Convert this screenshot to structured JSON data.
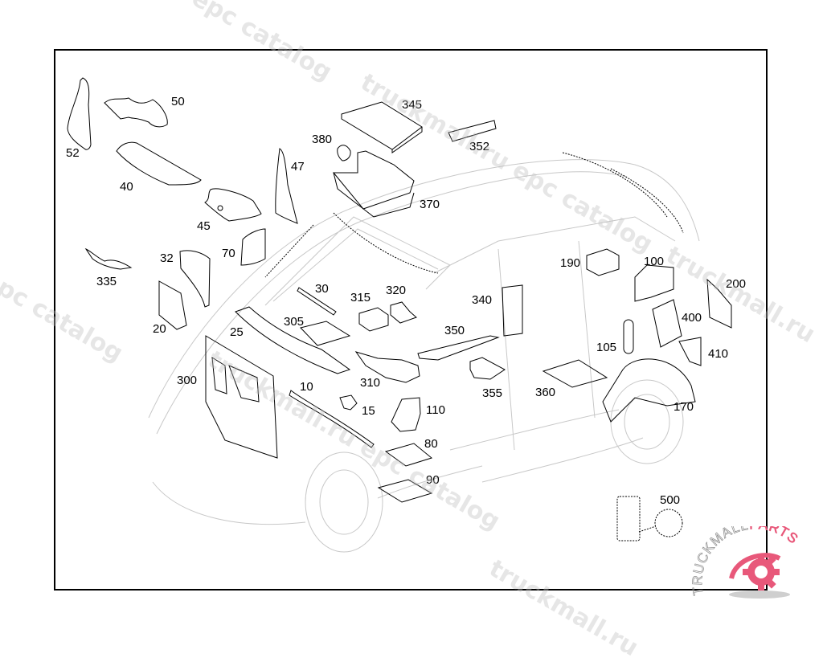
{
  "diagram": {
    "title": "Insulation / sound damping parts exploded view",
    "parts": [
      {
        "id": "50",
        "label": "50"
      },
      {
        "id": "52",
        "label": "52"
      },
      {
        "id": "40",
        "label": "40"
      },
      {
        "id": "45",
        "label": "45"
      },
      {
        "id": "47",
        "label": "47"
      },
      {
        "id": "70",
        "label": "70"
      },
      {
        "id": "32",
        "label": "32"
      },
      {
        "id": "335",
        "label": "335"
      },
      {
        "id": "20",
        "label": "20"
      },
      {
        "id": "25",
        "label": "25"
      },
      {
        "id": "300",
        "label": "300"
      },
      {
        "id": "30",
        "label": "30"
      },
      {
        "id": "305",
        "label": "305"
      },
      {
        "id": "315",
        "label": "315"
      },
      {
        "id": "320",
        "label": "320"
      },
      {
        "id": "10",
        "label": "10"
      },
      {
        "id": "15",
        "label": "15"
      },
      {
        "id": "310",
        "label": "310"
      },
      {
        "id": "110",
        "label": "110"
      },
      {
        "id": "80",
        "label": "80"
      },
      {
        "id": "90",
        "label": "90"
      },
      {
        "id": "345",
        "label": "345"
      },
      {
        "id": "352",
        "label": "352"
      },
      {
        "id": "380",
        "label": "380"
      },
      {
        "id": "370",
        "label": "370"
      },
      {
        "id": "340",
        "label": "340"
      },
      {
        "id": "350",
        "label": "350"
      },
      {
        "id": "355",
        "label": "355"
      },
      {
        "id": "360",
        "label": "360"
      },
      {
        "id": "190",
        "label": "190"
      },
      {
        "id": "100",
        "label": "100"
      },
      {
        "id": "200",
        "label": "200"
      },
      {
        "id": "400",
        "label": "400"
      },
      {
        "id": "105",
        "label": "105"
      },
      {
        "id": "410",
        "label": "410"
      },
      {
        "id": "170",
        "label": "170"
      },
      {
        "id": "500",
        "label": "500"
      }
    ]
  },
  "watermarks": {
    "text_a": "truckmall.ru epc catalog",
    "text_b": "epc catalog",
    "text_c": "truckmall.ru"
  },
  "logo": {
    "text_main": "TRUCKMALL",
    "text_accent": "PARTS",
    "accent_color": "#e8587a",
    "gray_color": "#9a9a9a"
  }
}
